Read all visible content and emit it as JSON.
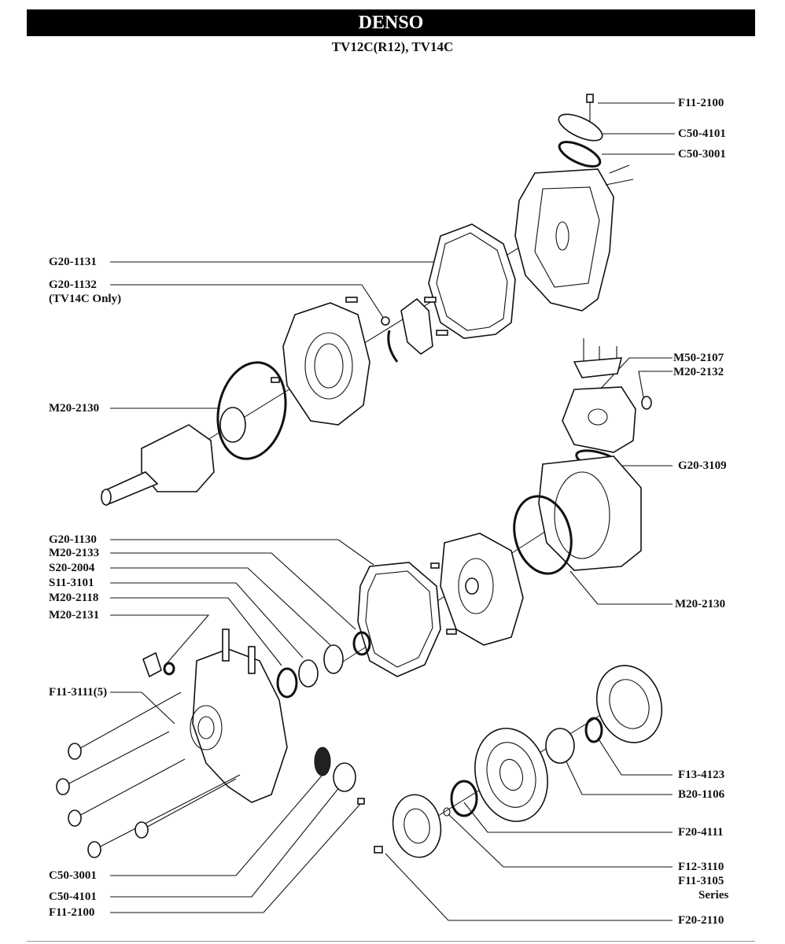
{
  "header": {
    "brand": "DENSO",
    "model": "TV12C(R12), TV14C"
  },
  "labels": {
    "f11_2100_top": "F11-2100",
    "c50_4101_top": "C50-4101",
    "c50_3001_top": "C50-3001",
    "g20_1131": "G20-1131",
    "g20_1132": "G20-1132",
    "g20_1132_note": "(TV14C Only)",
    "m50_2107": "M50-2107",
    "m20_2132": "M20-2132",
    "m20_2130_top": "M20-2130",
    "g20_3109": "G20-3109",
    "g20_1130": "G20-1130",
    "m20_2133": "M20-2133",
    "s20_2004": "S20-2004",
    "s11_3101": "S11-3101",
    "m20_2118": "M20-2118",
    "m20_2131": "M20-2131",
    "m20_2130_right": "M20-2130",
    "f11_3111": "F11-3111(5)",
    "f13_4123": "F13-4123",
    "b20_1106": "B20-1106",
    "f20_4111": "F20-4111",
    "f12_3110": "F12-3110",
    "f11_3105": "F11-3105",
    "series": "Series",
    "c50_3001_bottom": "C50-3001",
    "c50_4101_bottom": "C50-4101",
    "f11_2100_bottom": "F11-2100",
    "f20_2110": "F20-2110"
  }
}
